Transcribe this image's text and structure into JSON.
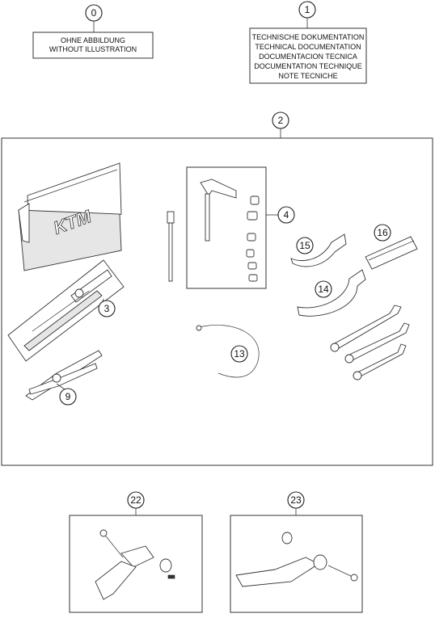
{
  "labels": {
    "no_illustration": {
      "callout": "0",
      "lines": [
        "OHNE ABBILDUNG",
        "WITHOUT ILLUSTRATION"
      ]
    },
    "documentation": {
      "callout": "1",
      "lines": [
        "TECHNISCHE DOKUMENTATION",
        "TECHNICAL DOCUMENTATION",
        "DOCUMENTACION TECNICA",
        "DOCUMENTATION TECHNIQUE",
        "NOTE TECNICHE"
      ]
    }
  },
  "tool_kit": {
    "callout": "2"
  },
  "callouts": {
    "screwdriver": "3",
    "hex_set": "4",
    "pliers": "9",
    "cable": "13",
    "hook_wrench_large": "14",
    "hook_wrench_small": "15",
    "pouch": "16"
  },
  "kit_22": {
    "callout": "22"
  },
  "kit_23": {
    "callout": "23"
  },
  "logo_text": "KTM",
  "colors": {
    "stroke": "#333333",
    "background": "#ffffff"
  }
}
